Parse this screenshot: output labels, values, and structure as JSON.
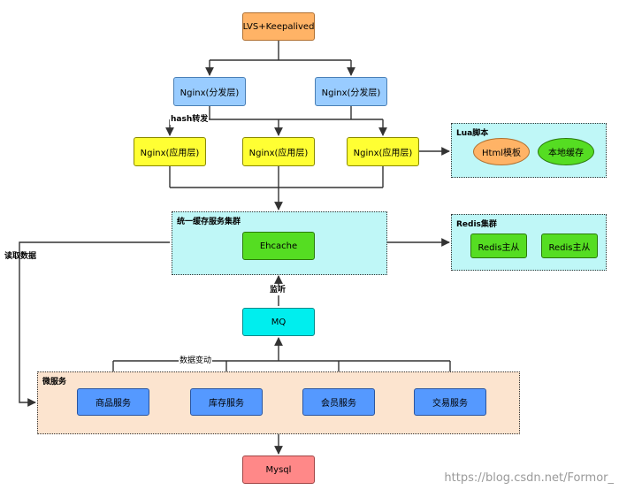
{
  "nodes": {
    "lvs": "LVS+Keepalived",
    "nginx_dispatch_1": "Nginx(分发层)",
    "nginx_dispatch_2": "Nginx(分发层)",
    "nginx_app_1": "Nginx(应用层)",
    "nginx_app_2": "Nginx(应用层)",
    "nginx_app_3": "Nginx(应用层)",
    "html_template": "Html模板",
    "local_cache": "本地缓存",
    "ehcache": "Ehcache",
    "redis_1": "Redis主从",
    "redis_2": "Redis主从",
    "mq": "MQ",
    "svc_product": "商品服务",
    "svc_stock": "库存服务",
    "svc_member": "会员服务",
    "svc_trade": "交易服务",
    "mysql": "Mysql"
  },
  "groups": {
    "lua": "Lua脚本",
    "cache_service": "统一缓存服务集群",
    "redis_cluster": "Redis集群",
    "microservices": "微服务"
  },
  "edge_labels": {
    "hash": "hash转发",
    "read": "读取数据",
    "listen": "监听",
    "change": "数据变动"
  },
  "watermark": "https://blog.csdn.net/Formor_",
  "colors": {
    "edge": "#333333"
  }
}
